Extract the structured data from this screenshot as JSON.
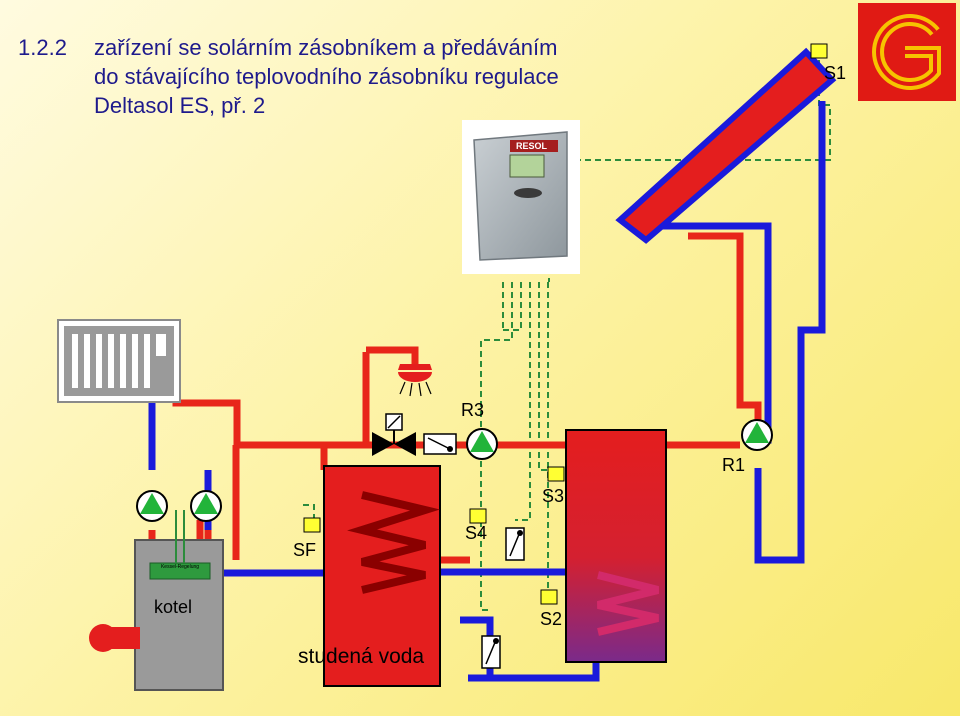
{
  "slide": {
    "number": "1.2.2",
    "title_lines": [
      "zařízení se solárním zásobníkem a předáváním",
      "do stávajícího teplovodního zásobníku regulace",
      "Deltasol ES, př. 2"
    ]
  },
  "controller": {
    "brand": "RESOL"
  },
  "labels": {
    "s1": "S1",
    "s2": "S2",
    "s3": "S3",
    "s4": "S4",
    "sf": "SF",
    "r1": "R1",
    "r3": "R3",
    "boiler": "kotel",
    "boiler_control": "Kessel-Regelung",
    "cold_water": "studená voda"
  },
  "colors": {
    "hot": "#e8261a",
    "cold": "#1a1adb",
    "pump": "#22b43a",
    "sensor": "#ffff33",
    "sensor_wire": "#2c8c3c",
    "tank_red": "#e41e1e",
    "tank_purple": "#8a2a7a",
    "boiler_grey": "#9a9a9a",
    "logo_red": "#e01a14",
    "logo_yellow": "#f7c300"
  },
  "icons": [
    "company-logo-icon",
    "solar-collector-icon",
    "controller-icon",
    "radiator-icon",
    "pump-icon",
    "valve-icon",
    "shower-icon",
    "temperature-sensor-icon",
    "burner-icon"
  ]
}
